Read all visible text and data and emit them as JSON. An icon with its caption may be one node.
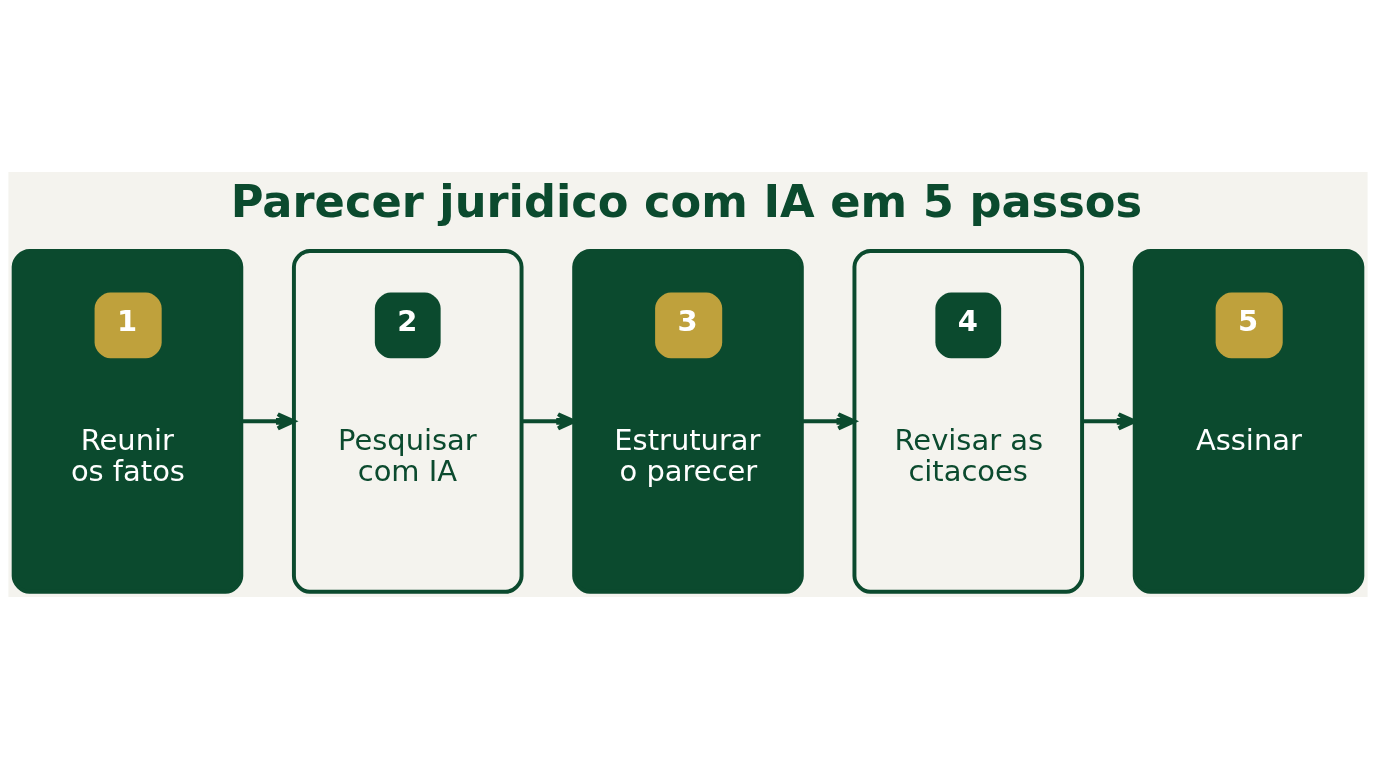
{
  "diagram": {
    "title": "Parecer juridico com IA em 5 passos",
    "nodes": [
      {
        "text": [
          "1",
          "Reunir os fatos"
        ]
      },
      {
        "text": [
          "2",
          "Pesquisar com IA"
        ]
      },
      {
        "text": [
          "3",
          "Estruturar o parecer"
        ]
      },
      {
        "text": [
          "4",
          "Revisar as citacoes"
        ]
      },
      {
        "text": [
          "5",
          "Assinar"
        ]
      }
    ],
    "edges": [
      {
        "from": 0,
        "to": 1,
        "arrow": "to"
      },
      {
        "from": 1,
        "to": 2,
        "arrow": "to"
      },
      {
        "from": 2,
        "to": 3,
        "arrow": "to"
      },
      {
        "from": 3,
        "to": 4,
        "arrow": "to"
      }
    ]
  }
}
